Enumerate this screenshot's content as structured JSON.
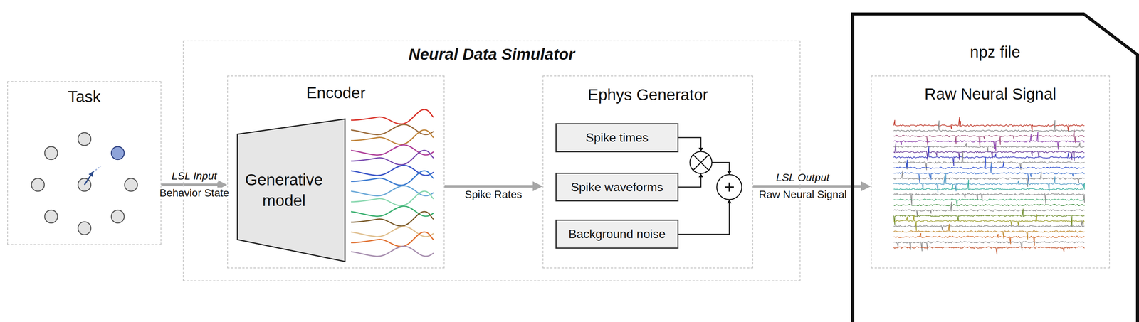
{
  "diagram": {
    "nodes": [
      {
        "text": [
          "Task"
        ]
      },
      {
        "text": [
          "Neural Data Simulator"
        ]
      },
      {
        "text": [
          "Encoder"
        ],
        "in": 1
      },
      {
        "text": [
          "Generative model"
        ],
        "in": 2
      },
      {
        "text": [
          "Ephys Generator"
        ],
        "in": 1
      },
      {
        "text": [
          "Spike times"
        ],
        "in": 4
      },
      {
        "text": [
          "Spike waveforms"
        ],
        "in": 4
      },
      {
        "text": [
          "Background noise"
        ],
        "in": 4
      },
      {
        "text": [
          "npz file"
        ]
      },
      {
        "text": [
          "Raw Neural Signal"
        ],
        "in": 8
      }
    ],
    "edges": [
      {
        "from": 0,
        "to": 2,
        "label": "LSL Input",
        "arrow": "to"
      },
      {
        "from": 2,
        "to": 4,
        "label": "Spike Rates",
        "arrow": "to"
      },
      {
        "from": 4,
        "to": 9,
        "label": "LSL Output",
        "arrow": "to"
      }
    ],
    "labels": [
      "Behavior State",
      "Raw Neural Signal"
    ]
  }
}
